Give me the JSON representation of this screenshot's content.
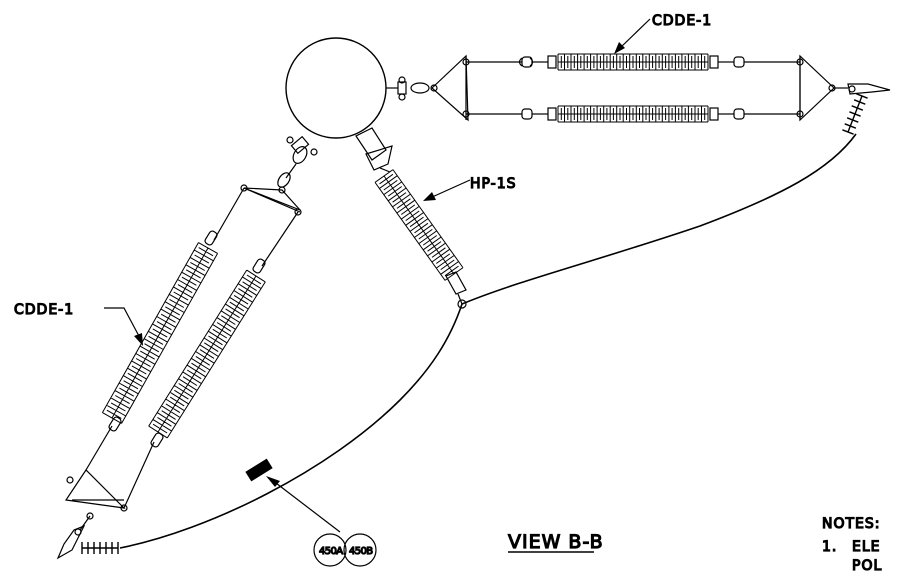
{
  "diagram": {
    "view_title": "VIEW B-B",
    "labels": {
      "top_assembly": "CDDE-1",
      "left_assembly": "CDDE-1",
      "post_insulator": "HP-1S"
    },
    "callout_bubbles": [
      "450A",
      "450B"
    ],
    "notes": {
      "heading": "NOTES:",
      "item_1_number": "1.",
      "item_1_line_1": "ELE",
      "item_1_line_2": "POL"
    }
  }
}
